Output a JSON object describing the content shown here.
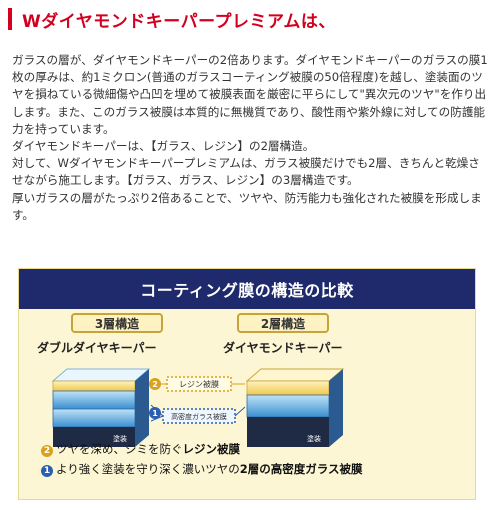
{
  "header": {
    "title": "Wダイヤモンドキーパープレミアムは、"
  },
  "paragraphs": [
    "ガラスの層が、ダイヤモンドキーパーの2倍あります。ダイヤモンドキーパーのガラスの膜1枚の厚みは、約1ミクロン(普通のガラスコーティング被膜の50倍程度)を越し、塗装面のツヤを損ねている微細傷や凸凹を埋めて被膜表面を厳密に平らにして\"異次元のツヤ\"を作り出します。また、このガラス被膜は本質的に無機質であり、酸性雨や紫外線に対しての防護能力を持っています。",
    "ダイヤモンドキーパーは、【ガラス、レジン】の2層構造。",
    "対して、Wダイヤモンドキーパープレミアムは、ガラス被膜だけでも2層、きちんと乾燥させながら施工します。【ガラス、ガラス、レジン】の3層構造です。",
    "厚いガラスの層がたっぷり2倍あることで、ツヤや、防汚能力も強化された被膜を形成します。"
  ],
  "diagram": {
    "title": "コーティング膜の構造の比較",
    "left": {
      "layers_label": "3層構造",
      "product": "ダブルダイヤキーパー",
      "paint_label": "塗装"
    },
    "right": {
      "layers_label": "2層構造",
      "product": "ダイヤモンドキーパー",
      "paint_label": "塗装"
    },
    "callout_resin": "レジン被膜",
    "callout_glass": "高密度ガラス被膜",
    "marker_2": "2",
    "marker_1": "1",
    "legend": [
      {
        "num": "2",
        "prefix": "ツヤを深め、シミを防ぐ",
        "emphasis": "レジン被膜"
      },
      {
        "num": "1",
        "prefix": "より強く塗装を守り深く濃いツヤの",
        "emphasis": "2層の高密度ガラス被膜"
      }
    ]
  },
  "colors": {
    "accent": "#d2001f",
    "navy": "#1e2a6b",
    "gold": "#d9a11c",
    "blue": "#2c5fb0"
  }
}
